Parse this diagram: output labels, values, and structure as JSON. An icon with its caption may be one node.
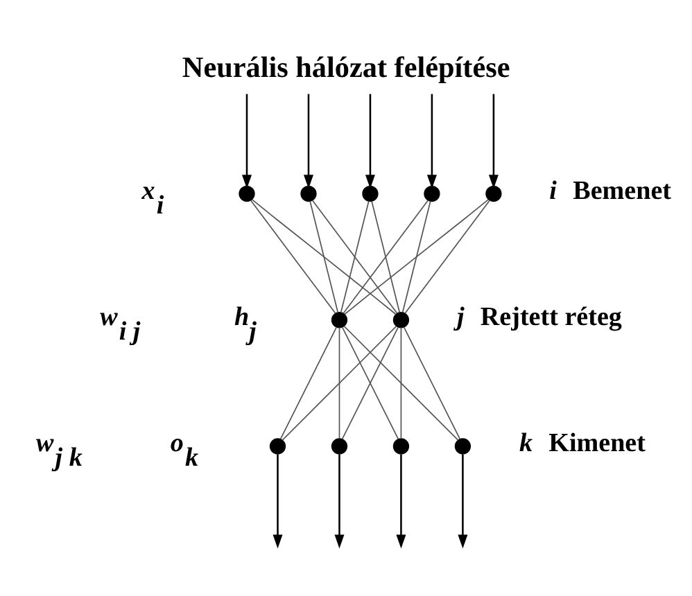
{
  "diagram": {
    "title": "Neurális hálózat felépítése",
    "nodes": [
      {
        "text": [],
        "shape": "circle",
        "beside": [
          "x$_{i}$"
        ]
      },
      {
        "text": [],
        "shape": "circle"
      },
      {
        "text": [],
        "shape": "circle"
      },
      {
        "text": [],
        "shape": "circle"
      },
      {
        "text": [],
        "shape": "circle",
        "beside": [
          "i",
          "Bemenet"
        ]
      },
      {
        "text": [],
        "shape": "circle",
        "beside": [
          "h$_{j}$"
        ]
      },
      {
        "text": [],
        "shape": "circle",
        "beside": [
          "j",
          "Rejtett réteg"
        ]
      },
      {
        "text": [],
        "shape": "circle",
        "beside": [
          "o$_{k}$"
        ]
      },
      {
        "text": [],
        "shape": "circle"
      },
      {
        "text": [],
        "shape": "circle"
      },
      {
        "text": [],
        "shape": "circle",
        "beside": [
          "k",
          "Kimenet"
        ]
      }
    ],
    "edges": [
      {
        "from": null,
        "to": 0,
        "arrow": "to"
      },
      {
        "from": null,
        "to": 1,
        "arrow": "to"
      },
      {
        "from": null,
        "to": 2,
        "arrow": "to"
      },
      {
        "from": null,
        "to": 3,
        "arrow": "to"
      },
      {
        "from": null,
        "to": 4,
        "arrow": "to"
      },
      {
        "from": 0,
        "to": 5,
        "arrow": "none"
      },
      {
        "from": 0,
        "to": 6,
        "arrow": "none"
      },
      {
        "from": 1,
        "to": 5,
        "arrow": "none"
      },
      {
        "from": 1,
        "to": 6,
        "arrow": "none"
      },
      {
        "from": 2,
        "to": 5,
        "arrow": "none"
      },
      {
        "from": 2,
        "to": 6,
        "arrow": "none"
      },
      {
        "from": 3,
        "to": 5,
        "arrow": "none"
      },
      {
        "from": 3,
        "to": 6,
        "arrow": "none"
      },
      {
        "from": 4,
        "to": 5,
        "arrow": "none"
      },
      {
        "from": 4,
        "to": 6,
        "arrow": "none"
      },
      {
        "from": 5,
        "to": 7,
        "arrow": "none"
      },
      {
        "from": 5,
        "to": 8,
        "arrow": "none"
      },
      {
        "from": 5,
        "to": 9,
        "arrow": "none"
      },
      {
        "from": 5,
        "to": 10,
        "arrow": "none"
      },
      {
        "from": 6,
        "to": 7,
        "arrow": "none"
      },
      {
        "from": 6,
        "to": 8,
        "arrow": "none"
      },
      {
        "from": 6,
        "to": 9,
        "arrow": "none"
      },
      {
        "from": 6,
        "to": 10,
        "arrow": "none"
      },
      {
        "from": 7,
        "to": null,
        "arrow": "to"
      },
      {
        "from": 8,
        "to": null,
        "arrow": "to"
      },
      {
        "from": 9,
        "to": null,
        "arrow": "to"
      },
      {
        "from": 10,
        "to": null,
        "arrow": "to"
      }
    ],
    "labels": [
      "w$_{i j}$",
      "w$_{j k}$"
    ]
  }
}
